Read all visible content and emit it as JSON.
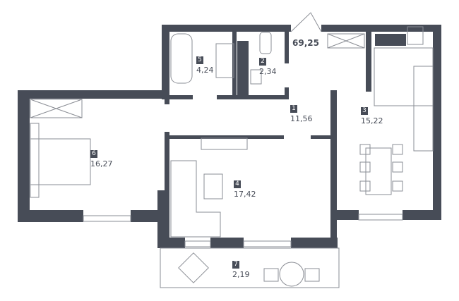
{
  "total_area": "69,25",
  "wall_color": "#474c57",
  "rooms": [
    {
      "number": "1",
      "area": "11,56"
    },
    {
      "number": "2",
      "area": "2,34"
    },
    {
      "number": "3",
      "area": "15,22"
    },
    {
      "number": "4",
      "area": "17,42"
    },
    {
      "number": "5",
      "area": "4,24"
    },
    {
      "number": "6",
      "area": "16,27"
    },
    {
      "number": "7",
      "area": "2,19"
    }
  ]
}
